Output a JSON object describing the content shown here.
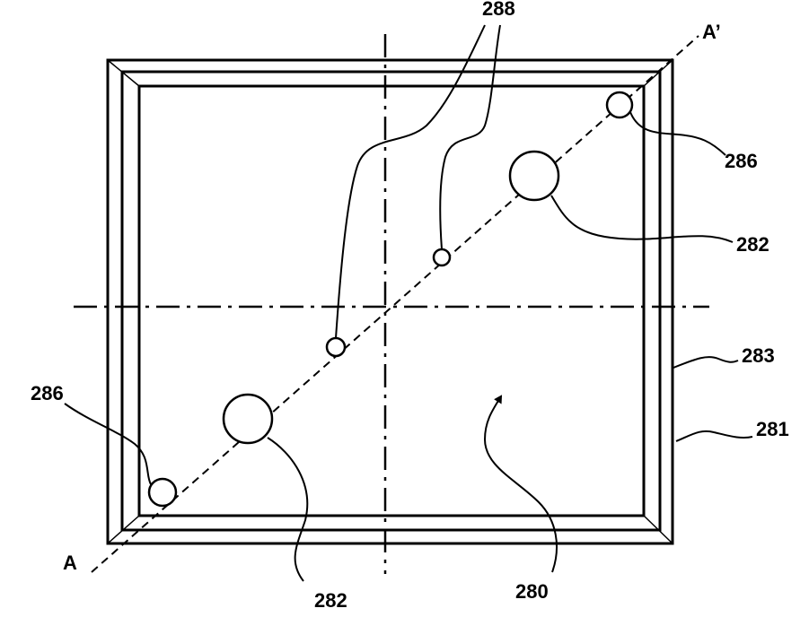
{
  "figure": {
    "stroke_color": "#000000",
    "background_color": "#ffffff",
    "labels": {
      "l288": "288",
      "a_prime": "A’",
      "a": "A",
      "l286_right": "286",
      "l282_right": "282",
      "l283": "283",
      "l286_left": "286",
      "l281": "281",
      "l282_bottom": "282",
      "l280": "280"
    }
  }
}
